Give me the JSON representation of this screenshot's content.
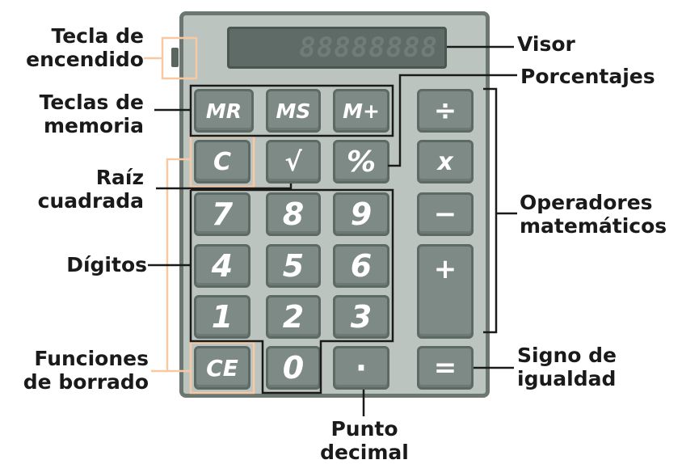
{
  "display": {
    "digits": "88888888"
  },
  "keys": {
    "mr": "MR",
    "ms": "MS",
    "mplus": "M+",
    "c": "C",
    "sqrt": "√",
    "percent": "%",
    "d7": "7",
    "d8": "8",
    "d9": "9",
    "d4": "4",
    "d5": "5",
    "d6": "6",
    "d1": "1",
    "d2": "2",
    "d3": "3",
    "ce": "CE",
    "d0": "0",
    "point": "·",
    "divide": "÷",
    "times": "x",
    "minus": "−",
    "plus": "+",
    "equals": "="
  },
  "labels": {
    "power_1": "Tecla de",
    "power_2": "encendido",
    "memory_1": "Teclas de",
    "memory_2": "memoria",
    "sqrt_1": "Raíz",
    "sqrt_2": "cuadrada",
    "digits": "Dígitos",
    "clear_1": "Funciones",
    "clear_2": "de borrado",
    "display": "Visor",
    "percent": "Porcentajes",
    "operators_1": "Operadores",
    "operators_2": "matemáticos",
    "equals_1": "Signo de",
    "equals_2": "igualdad",
    "point_1": "Punto",
    "point_2": "decimal"
  },
  "colors": {
    "body": "#bcc4c0",
    "frame": "#6d7772",
    "key": "#7e8a85",
    "display": "#5f6b66",
    "highlight": "#f7c9a3",
    "line": "#1a1a1a"
  }
}
